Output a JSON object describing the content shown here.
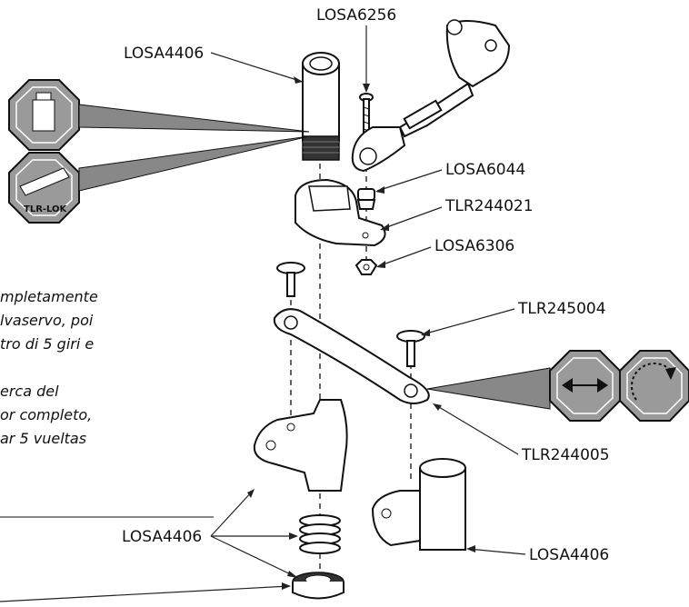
{
  "labels": {
    "losa6256": "LOSA6256",
    "losa4406_top": "LOSA4406",
    "losa6044": "LOSA6044",
    "tlr244021": "TLR244021",
    "losa6306": "LOSA6306",
    "tlr245004": "TLR245004",
    "tlr244005": "TLR244005",
    "losa4406_left": "LOSA4406",
    "losa4406_right": "LOSA4406"
  },
  "icons": {
    "threadlock_text": "TLR-LOK"
  },
  "instructions": [
    "mpletamente",
    "lvaservo, poi",
    "tro di 5 giri e",
    "",
    "erca del",
    "or completo,",
    "ar 5 vueltas"
  ]
}
